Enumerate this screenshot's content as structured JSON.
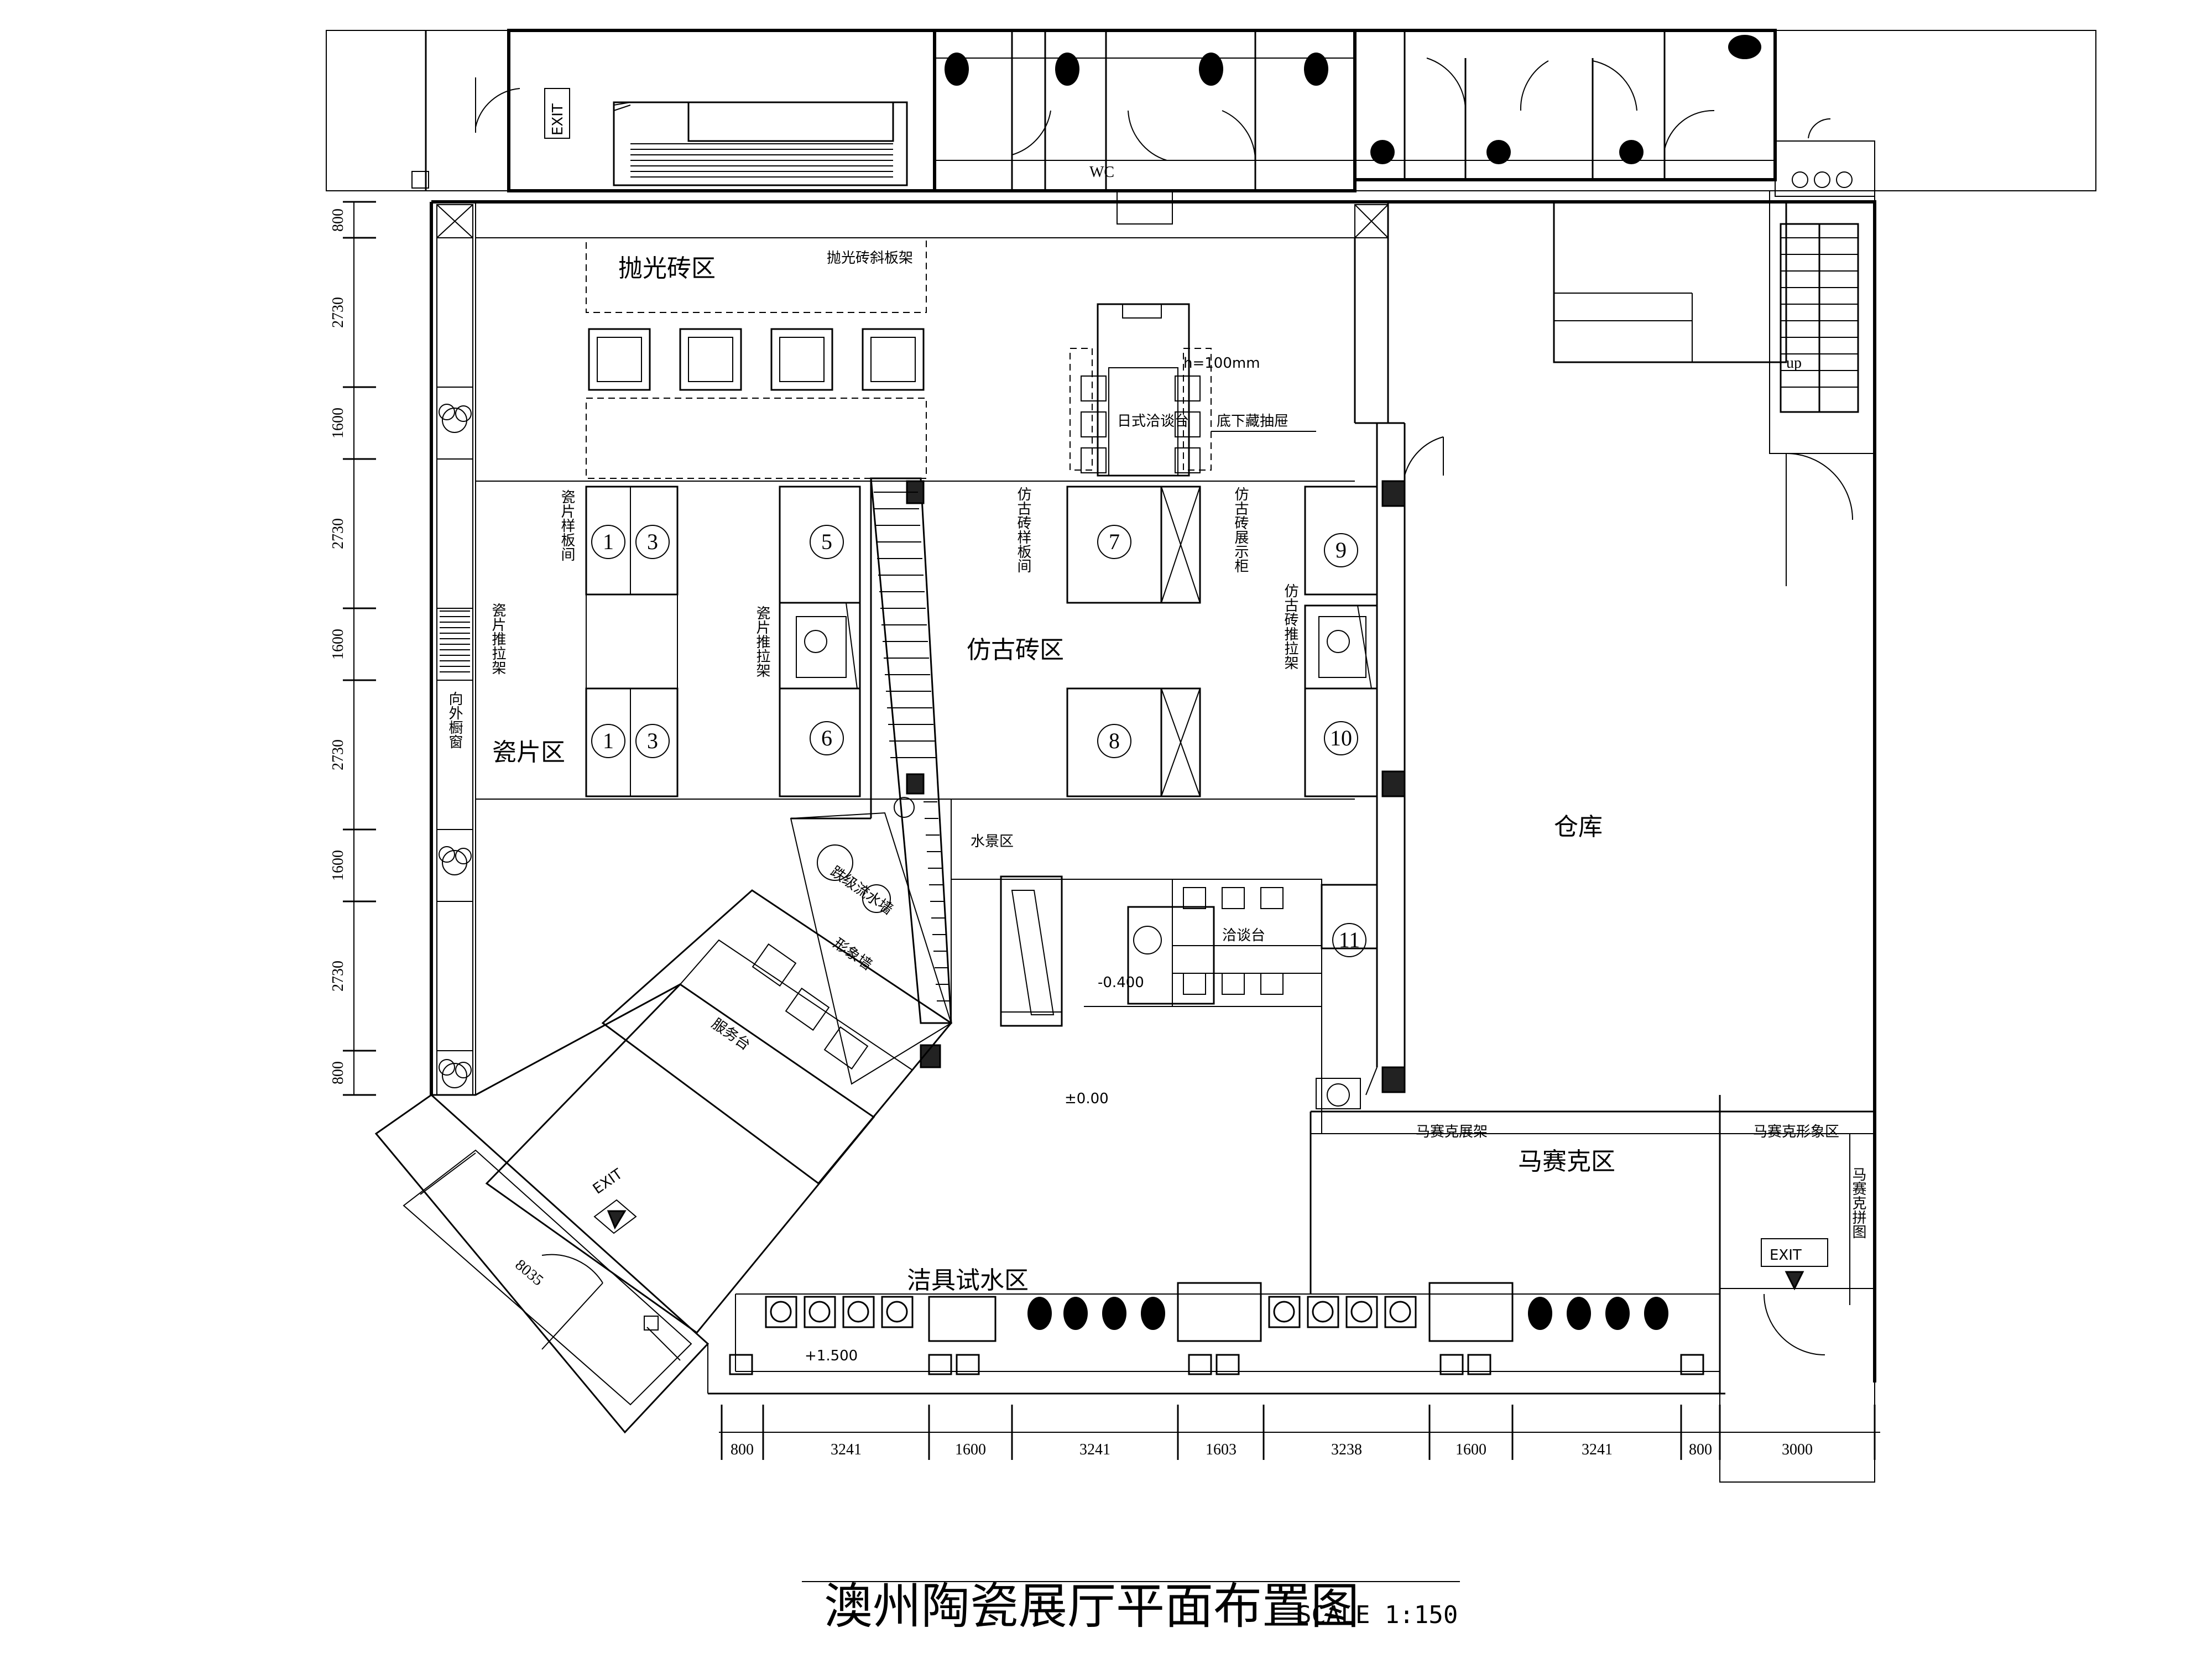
{
  "title": "澳州陶瓷展厅平面布置图",
  "scale": "SCALE 1:150",
  "zones": {
    "polished": "抛光砖区",
    "polished_rack": "抛光砖斜板架",
    "japanese_table": "日式洽谈台",
    "h100": "h=100mm",
    "drawer": "底下藏抽屉",
    "tile_zone": "瓷片区",
    "tile_sample": "瓷片样板间",
    "tile_slide1": "瓷片推拉架",
    "tile_slide2": "瓷片推拉架",
    "antique_zone": "仿古砖区",
    "antique_sample": "仿古砖样板间",
    "antique_cabinet": "仿古砖展示柜",
    "antique_slide": "仿古砖推拉架",
    "window": "向外橱窗",
    "water_scene": "水景区",
    "waterfall": "跌级流水墙",
    "image_wall": "形象墙",
    "service": "服务台",
    "nego": "洽谈台",
    "warehouse": "仓库",
    "mosaic_zone": "马赛克区",
    "mosaic_rack": "马赛克展架",
    "mosaic_image": "马赛克形象区",
    "mosaic_puzzle": "马赛克拼图",
    "sanitary": "洁具试水区",
    "wc": "WC",
    "up": "up",
    "exit": "EXIT",
    "lvl_neg": "-0.400",
    "lvl_zero": "±0.00",
    "lvl_pos": "+1.500"
  },
  "booths": [
    "1",
    "3",
    "5",
    "7",
    "9",
    "1",
    "3",
    "6",
    "8",
    "10",
    "11"
  ],
  "dims_left": [
    "800",
    "2730",
    "1600",
    "2730",
    "1600",
    "2730",
    "1600",
    "2730",
    "800"
  ],
  "dims_bottom": [
    "800",
    "3241",
    "1600",
    "3241",
    "1603",
    "3238",
    "1600",
    "3241",
    "800",
    "3000"
  ],
  "dim_diag": "8035"
}
